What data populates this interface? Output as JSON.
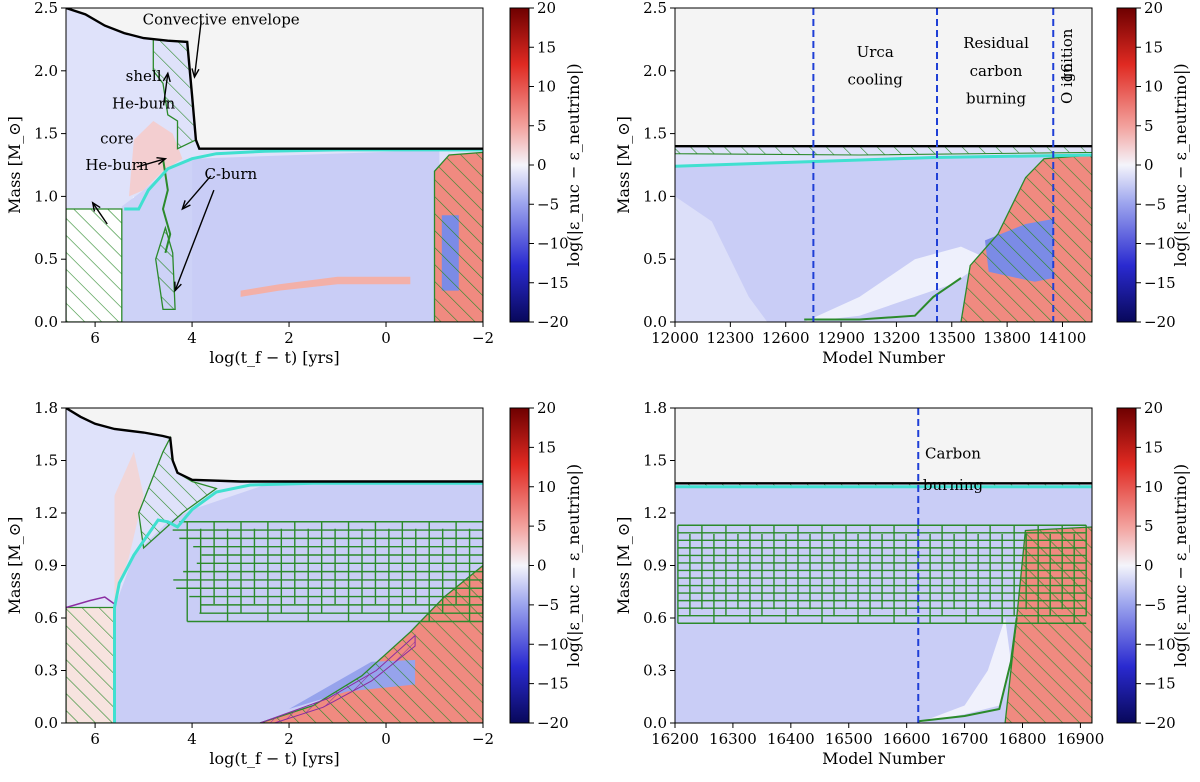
{
  "figure": {
    "background": "#ffffff",
    "colormap": {
      "negative_end": "#08085a",
      "mid": "#f4f4fb",
      "positive_end": "#6e0000"
    },
    "colors": {
      "envelope_line": "#000000",
      "core_boundary": "#40e0d0",
      "hatch_green": "#2b8a2b",
      "hatch_purple": "#8a2ca0",
      "urca_line": "#1f3fd6",
      "fill_red": "#f08a80",
      "fill_blue": "#aab4f0",
      "fill_light": "#c9cdf6",
      "shaded_top": "#f4f4f4"
    }
  },
  "chart_data": [
    {
      "id": "top-left",
      "type": "heatmap",
      "xlabel": "log(t_f − t) [yrs]",
      "ylabel": "Mass [M_⊙]",
      "xlim": [
        6.6,
        -2
      ],
      "ylim": [
        0,
        2.5
      ],
      "xticks": [
        {
          "v": 6,
          "label": "6"
        },
        {
          "v": 4,
          "label": "4"
        },
        {
          "v": 2,
          "label": "2"
        },
        {
          "v": 0,
          "label": "0"
        },
        {
          "v": -2,
          "label": "−2"
        }
      ],
      "yticks": [
        {
          "v": 0,
          "label": "0.0"
        },
        {
          "v": 0.5,
          "label": "0.5"
        },
        {
          "v": 1.0,
          "label": "1.0"
        },
        {
          "v": 1.5,
          "label": "1.5"
        },
        {
          "v": 2.0,
          "label": "2.0"
        },
        {
          "v": 2.5,
          "label": "2.5"
        }
      ],
      "colorbar": {
        "label": "log(|ε_nuc − ε_neutrino|)",
        "range": [
          -20,
          20
        ],
        "ticks": [
          "20",
          "15",
          "10",
          "5",
          "0",
          "−5",
          "−10",
          "−15",
          "−20"
        ]
      },
      "envelope_boundary": [
        [
          6.6,
          2.5
        ],
        [
          6.2,
          2.45
        ],
        [
          5.8,
          2.36
        ],
        [
          5.4,
          2.3
        ],
        [
          5.0,
          2.26
        ],
        [
          4.5,
          2.24
        ],
        [
          4.1,
          2.23
        ],
        [
          4.0,
          1.8
        ],
        [
          3.92,
          1.45
        ],
        [
          3.85,
          1.38
        ],
        [
          2.0,
          1.38
        ],
        [
          0,
          1.38
        ],
        [
          -2,
          1.38
        ]
      ],
      "core_boundary": [
        [
          5.4,
          0.9
        ],
        [
          5.1,
          0.9
        ],
        [
          4.9,
          1.05
        ],
        [
          4.5,
          1.22
        ],
        [
          4.0,
          1.3
        ],
        [
          3.5,
          1.34
        ],
        [
          2.5,
          1.36
        ],
        [
          1.0,
          1.37
        ],
        [
          -2,
          1.37
        ]
      ],
      "annotations": [
        {
          "text": "Convective envelope",
          "x": 3.4,
          "y": 2.41,
          "ax": 3.95,
          "ay": 1.95
        },
        {
          "text": "shell",
          "x": 5.0,
          "y": 1.96
        },
        {
          "text": "He-burn",
          "x": 5.0,
          "y": 1.74,
          "ax": 4.5,
          "ay": 1.98
        },
        {
          "text": "core",
          "x": 5.55,
          "y": 1.46
        },
        {
          "text": "He-burn",
          "x": 5.55,
          "y": 1.25,
          "ax": 4.55,
          "ay": 1.3
        },
        {
          "text": "C-burn",
          "x": 3.2,
          "y": 1.18,
          "ax": 4.2,
          "ay": 0.9
        }
      ],
      "extra_arrows": [
        {
          "x1": 5.75,
          "y1": 0.78,
          "x2": 6.05,
          "y2": 0.95
        },
        {
          "x1": 3.55,
          "y1": 1.05,
          "x2": 4.35,
          "y2": 0.25
        }
      ]
    },
    {
      "id": "top-right",
      "type": "heatmap",
      "xlabel": "Model Number",
      "ylabel": "Mass [M_⊙]",
      "xlim": [
        12000,
        14260
      ],
      "ylim": [
        0,
        2.5
      ],
      "xticks": [
        {
          "v": 12000,
          "label": "12000"
        },
        {
          "v": 12300,
          "label": "12300"
        },
        {
          "v": 12600,
          "label": "12600"
        },
        {
          "v": 12900,
          "label": "12900"
        },
        {
          "v": 13200,
          "label": "13200"
        },
        {
          "v": 13500,
          "label": "13500"
        },
        {
          "v": 13800,
          "label": "13800"
        },
        {
          "v": 14100,
          "label": "14100"
        }
      ],
      "yticks": [
        {
          "v": 0,
          "label": "0.0"
        },
        {
          "v": 0.5,
          "label": "0.5"
        },
        {
          "v": 1.0,
          "label": "1.0"
        },
        {
          "v": 1.5,
          "label": "1.5"
        },
        {
          "v": 2.0,
          "label": "2.0"
        },
        {
          "v": 2.5,
          "label": "2.5"
        }
      ],
      "colorbar": {
        "label": "log(|ε_nuc − ε_neutrino|)",
        "range": [
          -20,
          20
        ],
        "ticks": [
          "20",
          "15",
          "10",
          "5",
          "0",
          "−5",
          "−10",
          "−15",
          "−20"
        ]
      },
      "envelope_boundary": [
        [
          12000,
          1.4
        ],
        [
          14260,
          1.4
        ]
      ],
      "core_boundary": [
        [
          12000,
          1.24
        ],
        [
          12800,
          1.28
        ],
        [
          13400,
          1.31
        ],
        [
          14260,
          1.33
        ]
      ],
      "vlines": [
        12750,
        13420,
        14050
      ],
      "annotations": [
        {
          "text": "Urca",
          "x": 13085,
          "y": 2.15
        },
        {
          "text": "cooling",
          "x": 13085,
          "y": 1.93
        },
        {
          "text": "Residual",
          "x": 13740,
          "y": 2.22
        },
        {
          "text": "carbon",
          "x": 13740,
          "y": 2.0
        },
        {
          "text": "burning",
          "x": 13740,
          "y": 1.78
        },
        {
          "text": "16",
          "x": 14130,
          "y": 2.02
        },
        {
          "text": "O ignition",
          "x": 14130,
          "y": 2.02
        }
      ]
    },
    {
      "id": "bottom-left",
      "type": "heatmap",
      "xlabel": "log(t_f − t) [yrs]",
      "ylabel": "Mass [M_⊙]",
      "xlim": [
        6.6,
        -2
      ],
      "ylim": [
        0,
        1.8
      ],
      "xticks": [
        {
          "v": 6,
          "label": "6"
        },
        {
          "v": 4,
          "label": "4"
        },
        {
          "v": 2,
          "label": "2"
        },
        {
          "v": 0,
          "label": "0"
        },
        {
          "v": -2,
          "label": "−2"
        }
      ],
      "yticks": [
        {
          "v": 0,
          "label": "0.0"
        },
        {
          "v": 0.3,
          "label": "0.3"
        },
        {
          "v": 0.6,
          "label": "0.6"
        },
        {
          "v": 0.9,
          "label": "0.9"
        },
        {
          "v": 1.2,
          "label": "1.2"
        },
        {
          "v": 1.5,
          "label": "1.5"
        },
        {
          "v": 1.8,
          "label": "1.8"
        }
      ],
      "colorbar": {
        "label": "log(|ε_nuc − ε_neutrino|)",
        "range": [
          -20,
          20
        ],
        "ticks": [
          "20",
          "15",
          "10",
          "5",
          "0",
          "−5",
          "−10",
          "−15",
          "−20"
        ]
      },
      "envelope_boundary": [
        [
          6.6,
          1.8
        ],
        [
          6.3,
          1.75
        ],
        [
          6.0,
          1.71
        ],
        [
          5.6,
          1.68
        ],
        [
          5.0,
          1.66
        ],
        [
          4.6,
          1.64
        ],
        [
          4.45,
          1.63
        ],
        [
          4.4,
          1.5
        ],
        [
          4.3,
          1.43
        ],
        [
          4.0,
          1.39
        ],
        [
          3.0,
          1.38
        ],
        [
          -2,
          1.38
        ]
      ],
      "core_boundary": [
        [
          5.6,
          0.0
        ],
        [
          5.6,
          0.66
        ],
        [
          5.5,
          0.8
        ],
        [
          5.2,
          0.96
        ],
        [
          4.9,
          1.08
        ],
        [
          4.7,
          1.16
        ],
        [
          4.5,
          1.15
        ],
        [
          4.3,
          1.12
        ],
        [
          4.0,
          1.22
        ],
        [
          3.5,
          1.32
        ],
        [
          2.8,
          1.36
        ],
        [
          1.5,
          1.37
        ],
        [
          -2,
          1.37
        ]
      ],
      "burning_box": {
        "x0": 4.1,
        "x1": -2,
        "y0": 0.58,
        "y1": 1.15
      },
      "red_wedge": [
        [
          2.6,
          0.0
        ],
        [
          1.5,
          0.1
        ],
        [
          0.5,
          0.27
        ],
        [
          -0.5,
          0.52
        ],
        [
          -1.2,
          0.72
        ],
        [
          -2,
          0.9
        ],
        [
          -2,
          0.0
        ]
      ]
    },
    {
      "id": "bottom-right",
      "type": "heatmap",
      "xlabel": "Model Number",
      "ylabel": "Mass [M_⊙]",
      "xlim": [
        16200,
        16920
      ],
      "ylim": [
        0,
        1.8
      ],
      "xticks": [
        {
          "v": 16200,
          "label": "16200"
        },
        {
          "v": 16300,
          "label": "16300"
        },
        {
          "v": 16400,
          "label": "16400"
        },
        {
          "v": 16500,
          "label": "16500"
        },
        {
          "v": 16600,
          "label": "16600"
        },
        {
          "v": 16700,
          "label": "16700"
        },
        {
          "v": 16800,
          "label": "16800"
        },
        {
          "v": 16900,
          "label": "16900"
        }
      ],
      "yticks": [
        {
          "v": 0,
          "label": "0.0"
        },
        {
          "v": 0.3,
          "label": "0.3"
        },
        {
          "v": 0.6,
          "label": "0.6"
        },
        {
          "v": 0.9,
          "label": "0.9"
        },
        {
          "v": 1.2,
          "label": "1.2"
        },
        {
          "v": 1.5,
          "label": "1.5"
        },
        {
          "v": 1.8,
          "label": "1.8"
        }
      ],
      "colorbar": {
        "label": "log(|ε_nuc − ε_neutrino|)",
        "range": [
          -20,
          20
        ],
        "ticks": [
          "20",
          "15",
          "10",
          "5",
          "0",
          "−5",
          "−10",
          "−15",
          "−20"
        ]
      },
      "envelope_boundary": [
        [
          16200,
          1.37
        ],
        [
          16920,
          1.37
        ]
      ],
      "core_boundary": [
        [
          16200,
          1.35
        ],
        [
          16920,
          1.35
        ]
      ],
      "vlines": [
        16620
      ],
      "burning_box": {
        "x0": 16205,
        "x1": 16910,
        "y0": 0.57,
        "y1": 1.13
      },
      "red_wedge": [
        [
          16770,
          0.0
        ],
        [
          16790,
          0.6
        ],
        [
          16805,
          1.1
        ],
        [
          16920,
          1.12
        ],
        [
          16920,
          0.0
        ]
      ],
      "annotations": [
        {
          "text": "Carbon",
          "x": 16680,
          "y": 1.54
        },
        {
          "text": "burning",
          "x": 16680,
          "y": 1.36
        }
      ]
    }
  ]
}
